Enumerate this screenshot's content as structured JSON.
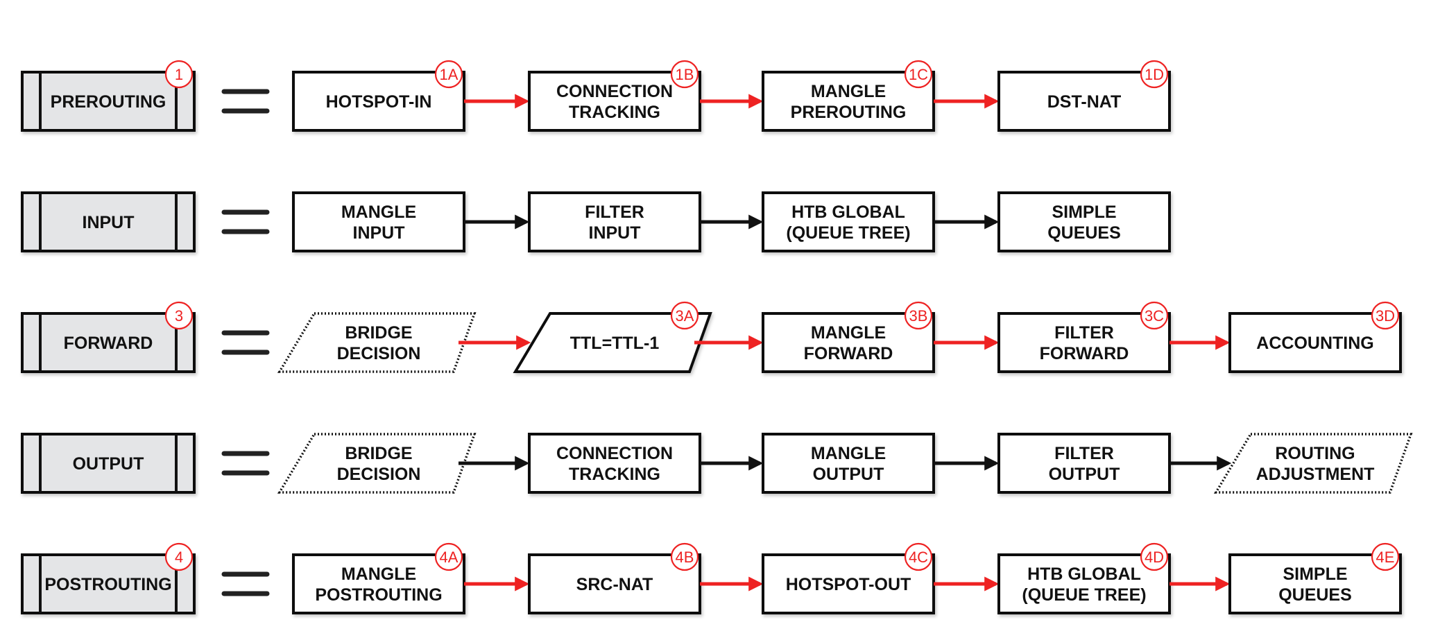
{
  "colors": {
    "red": "#ee2222",
    "black": "#111111",
    "chain_fill": "#e4e5e7",
    "box_fill": "#ffffff",
    "equals": "#222222"
  },
  "rows": [
    {
      "chain": {
        "label": "PREROUTING",
        "badge": "1"
      },
      "arrow_color": "red",
      "steps": [
        {
          "lines": [
            "HOTSPOT-IN"
          ],
          "shape": "rect",
          "badge": "1A"
        },
        {
          "lines": [
            "CONNECTION",
            "TRACKING"
          ],
          "shape": "rect",
          "badge": "1B"
        },
        {
          "lines": [
            "MANGLE",
            "PREROUTING"
          ],
          "shape": "rect",
          "badge": "1C"
        },
        {
          "lines": [
            "DST-NAT"
          ],
          "shape": "rect",
          "badge": "1D"
        }
      ]
    },
    {
      "chain": {
        "label": "INPUT",
        "badge": ""
      },
      "arrow_color": "black",
      "steps": [
        {
          "lines": [
            "MANGLE",
            "INPUT"
          ],
          "shape": "rect",
          "badge": ""
        },
        {
          "lines": [
            "FILTER",
            "INPUT"
          ],
          "shape": "rect",
          "badge": ""
        },
        {
          "lines": [
            "HTB GLOBAL",
            "(QUEUE TREE)"
          ],
          "shape": "rect",
          "badge": ""
        },
        {
          "lines": [
            "SIMPLE",
            "QUEUES"
          ],
          "shape": "rect",
          "badge": ""
        }
      ]
    },
    {
      "chain": {
        "label": "FORWARD",
        "badge": "3"
      },
      "arrow_color": "red",
      "steps": [
        {
          "lines": [
            "BRIDGE",
            "DECISION"
          ],
          "shape": "para-dotted",
          "badge": ""
        },
        {
          "lines": [
            "TTL=TTL-1"
          ],
          "shape": "para",
          "badge": "3A"
        },
        {
          "lines": [
            "MANGLE",
            "FORWARD"
          ],
          "shape": "rect",
          "badge": "3B"
        },
        {
          "lines": [
            "FILTER",
            "FORWARD"
          ],
          "shape": "rect",
          "badge": "3C"
        },
        {
          "lines": [
            "ACCOUNTING"
          ],
          "shape": "rect",
          "badge": "3D"
        }
      ]
    },
    {
      "chain": {
        "label": "OUTPUT",
        "badge": ""
      },
      "arrow_color": "black",
      "steps": [
        {
          "lines": [
            "BRIDGE",
            "DECISION"
          ],
          "shape": "para-dotted",
          "badge": ""
        },
        {
          "lines": [
            "CONNECTION",
            "TRACKING"
          ],
          "shape": "rect",
          "badge": ""
        },
        {
          "lines": [
            "MANGLE",
            "OUTPUT"
          ],
          "shape": "rect",
          "badge": ""
        },
        {
          "lines": [
            "FILTER",
            "OUTPUT"
          ],
          "shape": "rect",
          "badge": ""
        },
        {
          "lines": [
            "ROUTING",
            "ADJUSTMENT"
          ],
          "shape": "para-dotted",
          "badge": ""
        }
      ]
    },
    {
      "chain": {
        "label": "POSTROUTING",
        "badge": "4"
      },
      "arrow_color": "red",
      "steps": [
        {
          "lines": [
            "MANGLE",
            "POSTROUTING"
          ],
          "shape": "rect",
          "badge": "4A"
        },
        {
          "lines": [
            "SRC-NAT"
          ],
          "shape": "rect",
          "badge": "4B"
        },
        {
          "lines": [
            "HOTSPOT-OUT"
          ],
          "shape": "rect",
          "badge": "4C"
        },
        {
          "lines": [
            "HTB GLOBAL",
            "(QUEUE TREE)"
          ],
          "shape": "rect",
          "badge": "4D"
        },
        {
          "lines": [
            "SIMPLE",
            "QUEUES"
          ],
          "shape": "rect",
          "badge": "4E"
        }
      ]
    }
  ]
}
